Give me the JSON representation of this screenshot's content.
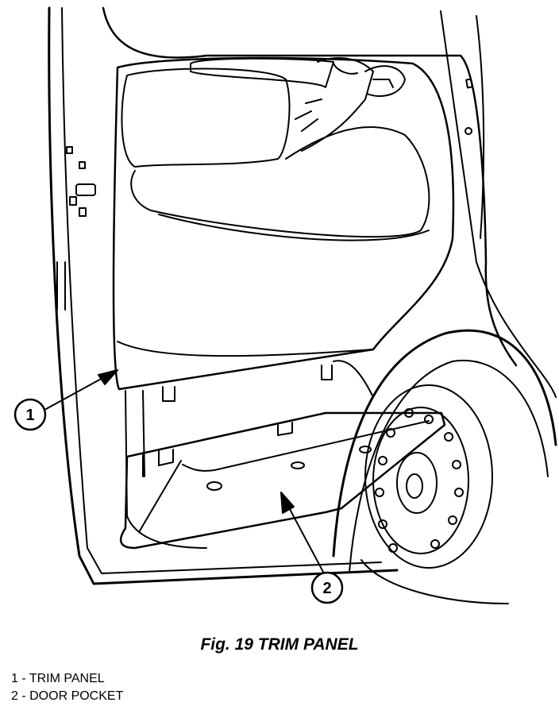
{
  "figure": {
    "caption": "Fig. 19 TRIM PANEL",
    "callouts": [
      {
        "number": "1",
        "label": "TRIM PANEL"
      },
      {
        "number": "2",
        "label": "DOOR POCKET"
      }
    ],
    "legend": [
      "1 - TRIM PANEL",
      "2 - DOOR POCKET"
    ]
  },
  "colors": {
    "ink": "#000000",
    "paper": "#ffffff"
  }
}
